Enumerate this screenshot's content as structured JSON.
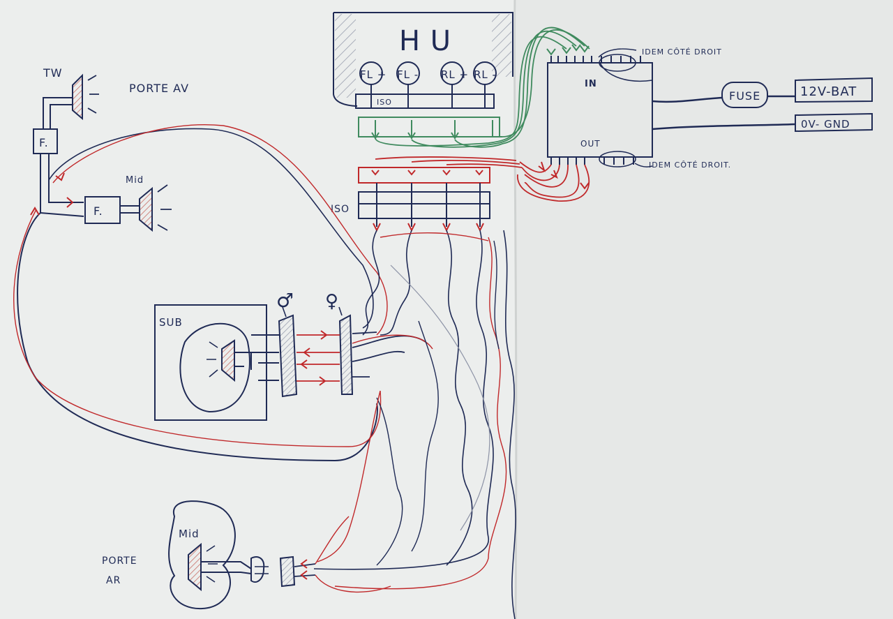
{
  "colors": {
    "paper": "#eceeed",
    "paper_right": "#e6e8e7",
    "ink": "#1f2a55",
    "red": "#c0282a",
    "green": "#3f8a5e",
    "hatch_red": "#c9716a",
    "hatch_gray": "#8d93a6"
  },
  "labels": {
    "tw": "TW",
    "porte_av": "PORTE AV",
    "filter_front_top": "F.",
    "filter_front_mid": "F.",
    "mid_front": "Mid",
    "hu": "H U",
    "fl_plus": "FL +",
    "fl_minus": "FL -",
    "rl_plus": "RL +",
    "rl_minus": "RL -",
    "iso_top": "ISO",
    "iso_bottom": "ISO",
    "in": "IN",
    "out": "OUT",
    "idem_top": "IDEM CÔTÉ DROIT",
    "idem_bottom": "IDEM CÔTÉ DROIT.",
    "fuse": "FUSE",
    "bat": "12V-BAT",
    "gnd": "0V- GND",
    "sub": "SUB",
    "male_symbol": "♂",
    "female_symbol": "♀",
    "mid_rear": "Mid",
    "porte_ar_1": "PORTE",
    "porte_ar_2": "AR"
  }
}
